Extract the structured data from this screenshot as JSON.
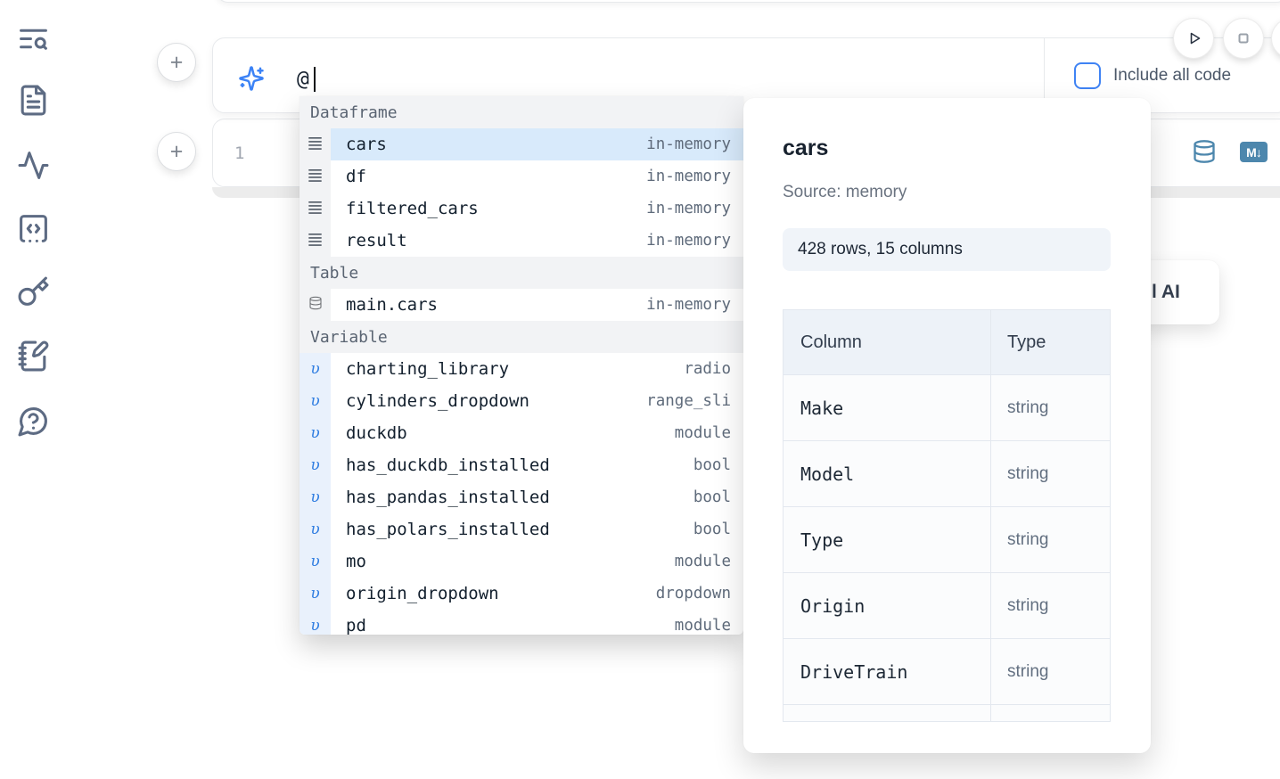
{
  "sidebar": {
    "items": [
      {
        "icon": "text-search-icon"
      },
      {
        "icon": "file-text-icon"
      },
      {
        "icon": "activity-icon"
      },
      {
        "icon": "code-square-icon"
      },
      {
        "icon": "key-icon"
      },
      {
        "icon": "notebook-pen-icon"
      },
      {
        "icon": "help-circle-icon"
      }
    ]
  },
  "prompt_cell": {
    "typed_text": "@",
    "include_all_code_label": "Include all code",
    "include_all_code_checked": false
  },
  "code_cell": {
    "line_number": "1"
  },
  "icons": {
    "plus": "+",
    "markdown_badge": "M↓",
    "variable_glyph": "υ"
  },
  "autocomplete": {
    "sections": [
      {
        "label": "Dataframe",
        "items": [
          {
            "name": "cars",
            "type": "in-memory",
            "icon": "rows-icon",
            "selected": true
          },
          {
            "name": "df",
            "type": "in-memory",
            "icon": "rows-icon",
            "selected": false
          },
          {
            "name": "filtered_cars",
            "type": "in-memory",
            "icon": "rows-icon",
            "selected": false
          },
          {
            "name": "result",
            "type": "in-memory",
            "icon": "rows-icon",
            "selected": false
          }
        ]
      },
      {
        "label": "Table",
        "items": [
          {
            "name": "main.cars",
            "type": "in-memory",
            "icon": "database-icon",
            "selected": false
          }
        ]
      },
      {
        "label": "Variable",
        "items": [
          {
            "name": "charting_library",
            "type": "radio",
            "icon": "variable-icon",
            "selected": false
          },
          {
            "name": "cylinders_dropdown",
            "type": "range_sli",
            "icon": "variable-icon",
            "selected": false
          },
          {
            "name": "duckdb",
            "type": "module",
            "icon": "variable-icon",
            "selected": false
          },
          {
            "name": "has_duckdb_installed",
            "type": "bool",
            "icon": "variable-icon",
            "selected": false
          },
          {
            "name": "has_pandas_installed",
            "type": "bool",
            "icon": "variable-icon",
            "selected": false
          },
          {
            "name": "has_polars_installed",
            "type": "bool",
            "icon": "variable-icon",
            "selected": false
          },
          {
            "name": "mo",
            "type": "module",
            "icon": "variable-icon",
            "selected": false
          },
          {
            "name": "origin_dropdown",
            "type": "dropdown",
            "icon": "variable-icon",
            "selected": false
          },
          {
            "name": "pd",
            "type": "module",
            "icon": "variable-icon",
            "selected": false
          }
        ]
      }
    ]
  },
  "preview_panel": {
    "title": "cars",
    "source": "Source: memory",
    "stats": "428 rows, 15 columns",
    "table": {
      "headers": [
        "Column",
        "Type"
      ],
      "rows": [
        [
          "Make",
          "string"
        ],
        [
          "Model",
          "string"
        ],
        [
          "Type",
          "string"
        ],
        [
          "Origin",
          "string"
        ],
        [
          "DriveTrain",
          "string"
        ]
      ]
    }
  },
  "ai_card": {
    "visible_label": "l AI"
  },
  "colors": {
    "accent_blue": "#3b82f6",
    "selected_row": "#d8eafb",
    "steel_blue_icon": "#4d87ad",
    "sidebar_icon": "#5d6b83",
    "section_header_bg": "#f2f3f5",
    "variable_gutter_bg": "#e9f1fc",
    "panel_stats_bg": "#f0f4f9",
    "table_header_bg": "#edf2f8"
  }
}
